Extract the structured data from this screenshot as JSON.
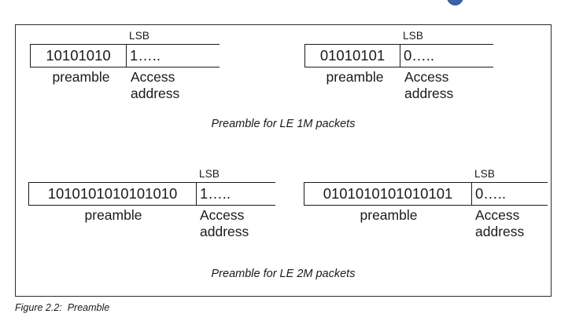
{
  "badge": {
    "name": "blue-circle-badge",
    "color": "#3b62a8"
  },
  "figure": {
    "caption": "Figure 2.2:  Preamble",
    "sections": [
      {
        "id": "le-1m",
        "caption": "Preamble for LE 1M packets",
        "groups": [
          {
            "lsb_label": "LSB",
            "preamble_bits": "10101010",
            "access_bits": "1…..",
            "preamble_caption": "preamble",
            "access_caption": "Access address"
          },
          {
            "lsb_label": "LSB",
            "preamble_bits": "01010101",
            "access_bits": "0…..",
            "preamble_caption": "preamble",
            "access_caption": "Access address"
          }
        ]
      },
      {
        "id": "le-2m",
        "caption": "Preamble for LE 2M packets",
        "groups": [
          {
            "lsb_label": "LSB",
            "preamble_bits": "1010101010101010",
            "access_bits": "1…..",
            "preamble_caption": "preamble",
            "access_caption": "Access address"
          },
          {
            "lsb_label": "LSB",
            "preamble_bits": "0101010101010101",
            "access_bits": "0…..",
            "preamble_caption": "preamble",
            "access_caption": "Access address"
          }
        ]
      }
    ]
  }
}
